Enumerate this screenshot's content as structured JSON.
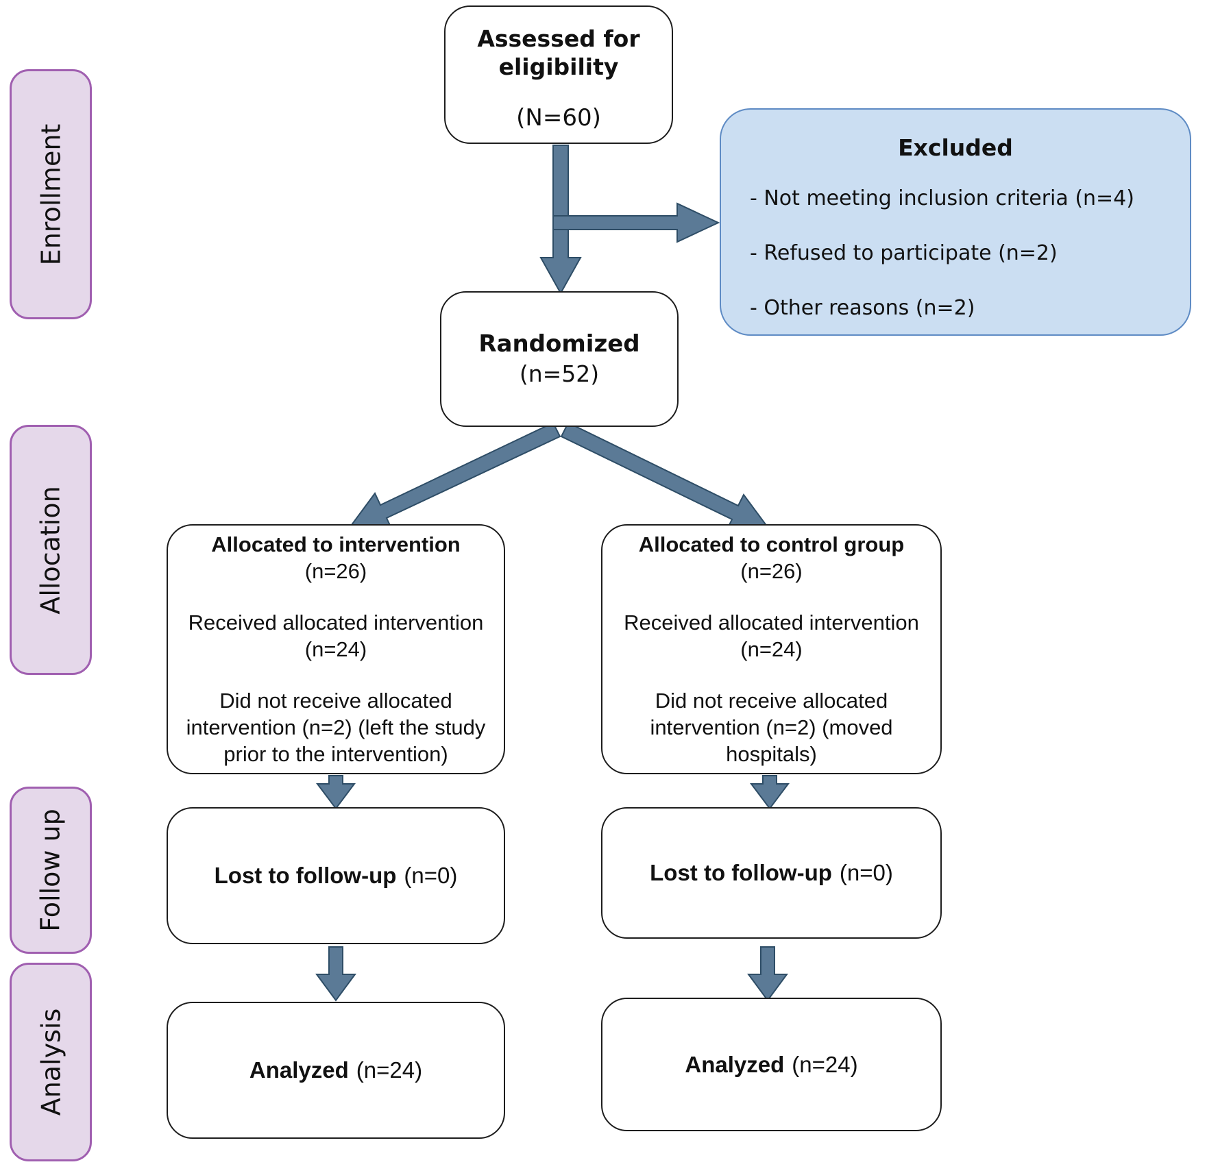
{
  "stages": {
    "enrollment": "Enrollment",
    "allocation": "Allocation",
    "followup": "Follow up",
    "analysis": "Analysis"
  },
  "boxes": {
    "assessed": {
      "title": "Assessed for eligibility",
      "n": "(N=60)"
    },
    "excluded": {
      "title": "Excluded",
      "items": [
        "- Not meeting inclusion criteria (n=4)",
        "- Refused to participate (n=2)",
        "- Other reasons (n=2)"
      ]
    },
    "randomized": {
      "title": "Randomized",
      "n": "(n=52)"
    },
    "allocation_left": {
      "title": "Allocated to intervention",
      "n": "(n=26)",
      "received": "Received allocated intervention",
      "received_n": "(n=24)",
      "not_received": "Did not receive allocated intervention (n=2) (left the study prior to the intervention)"
    },
    "allocation_right": {
      "title": "Allocated to control group",
      "n": "(n=26)",
      "received": "Received allocated intervention",
      "received_n": "(n=24)",
      "not_received": "Did not receive allocated intervention (n=2) (moved hospitals)"
    },
    "followup_left": {
      "bold": "Lost to follow-up",
      "rest": "(n=0)"
    },
    "followup_right": {
      "bold": "Lost to follow-up",
      "rest": "(n=0)"
    },
    "analysis_left": {
      "bold": "Analyzed",
      "rest": "(n=24)"
    },
    "analysis_right": {
      "bold": "Analyzed",
      "rest": "(n=24)"
    }
  },
  "colors": {
    "arrow_fill": "#5b7a96",
    "arrow_edge": "#2e4d66",
    "excluded_fill": "#cbdef2",
    "excluded_border": "#5e8bc4",
    "stage_fill": "#e5d8ea",
    "stage_border": "#a05fb0"
  }
}
